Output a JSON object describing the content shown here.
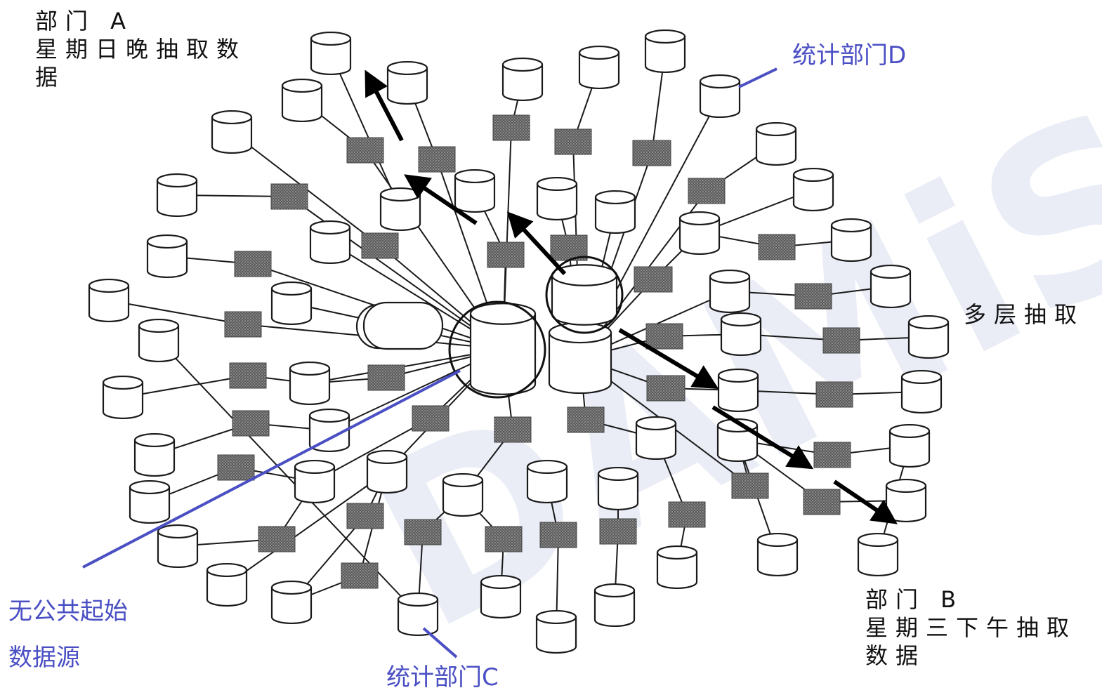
{
  "labels": {
    "dept_a": {
      "line1": "部门 A",
      "line2": "星期日晚抽取数",
      "line3": "据"
    },
    "stat_d": "统计部门D",
    "multi_layer": "多层抽取",
    "dept_b": {
      "line1": "部门 B",
      "line2": "星期三下午抽取",
      "line3": "数据"
    },
    "no_source": {
      "line1": "无公共起始",
      "line2": "数据源"
    },
    "stat_c": "统计部门C"
  },
  "watermark": "DAMiS",
  "colors": {
    "text": "#111111",
    "annotation_blue": "#4a4fc4",
    "arrow": "#000000",
    "extract_box": "#6e6e6e",
    "cylinder_stroke": "#1a1a1a",
    "watermark_red": "#e23a4d",
    "watermark_blue": "#4a67b8"
  }
}
